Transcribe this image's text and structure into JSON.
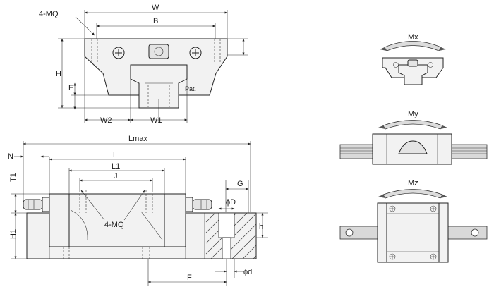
{
  "front_view": {
    "labels": {
      "mq": "4-MQ",
      "W": "W",
      "B": "B",
      "H": "H",
      "E": "E",
      "W2": "W2",
      "W1": "W1",
      "pat": "Pat."
    }
  },
  "side_view": {
    "labels": {
      "Lmax": "Lmax",
      "N": "N",
      "L": "L",
      "L1": "L1",
      "J": "J",
      "T1": "T1",
      "H1": "H1",
      "mq": "4-MQ",
      "G": "G",
      "phiD": "ϕD",
      "h": "h",
      "phid": "ϕd",
      "F": "F"
    }
  },
  "moment_views": {
    "labels": {
      "Mx": "Mx",
      "My": "My",
      "Mz": "Mz"
    }
  }
}
